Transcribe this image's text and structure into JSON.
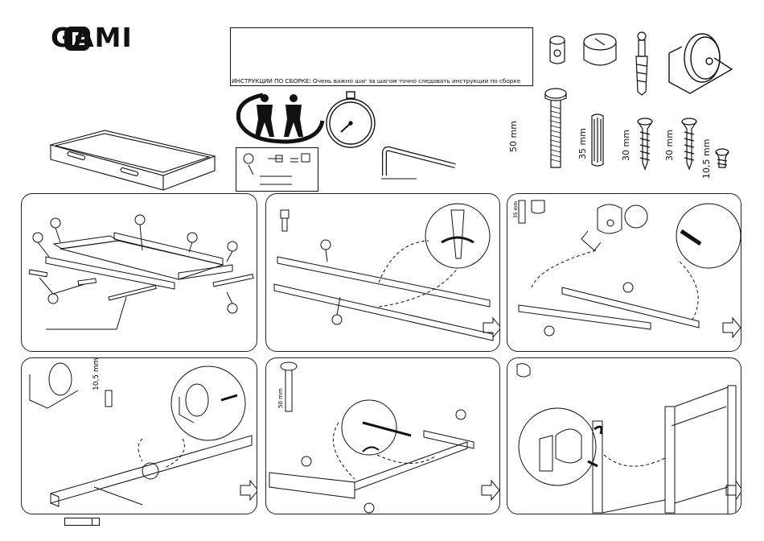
{
  "brand": {
    "name": "GAMI"
  },
  "instructions": {
    "text": "ИНСТРУКЦИИ ПО СБОРКЕ: Очень важно шаг за шагом точно следовать инструкции по сборке"
  },
  "hardware": {
    "bolt_length": "50 mm",
    "dowel_length": "35 mm",
    "screw_a_length": "30 mm",
    "screw_b_length": "30 mm",
    "short_screw_length": "10,5 mm"
  },
  "steps": {
    "step3_label": "35 mm",
    "step4_label": "10,5 mm",
    "step5_label": "50 mm"
  },
  "icons": [
    "two-person-icon",
    "stopwatch-icon",
    "allen-key-icon",
    "tools-icon",
    "next-step-arrow-icon"
  ]
}
